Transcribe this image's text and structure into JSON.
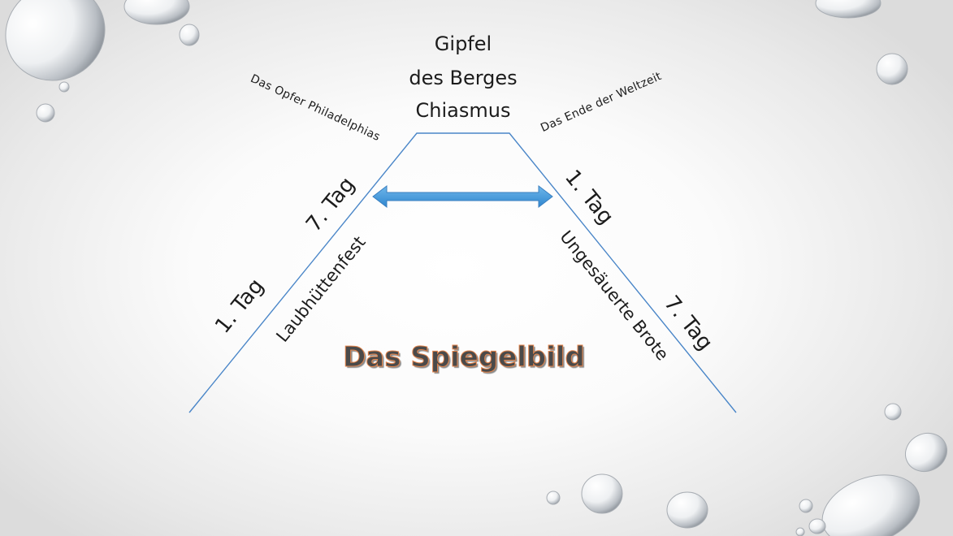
{
  "peak": {
    "line1": "Gipfel",
    "line2": "des Berges",
    "line3": "Chiasmus"
  },
  "left_top_label": "Das Opfer Philadelphias",
  "right_top_label": "Das Ende der Weltzeit",
  "left": {
    "day_upper": "7. Tag",
    "day_lower": "1. Tag",
    "feast": "Laubhüttenfest"
  },
  "right": {
    "day_upper": "1. Tag",
    "day_lower": "7. Tag",
    "feast": "Ungesäuerte Brote"
  },
  "title": "Das Spiegelbild",
  "colors": {
    "mountain_line": "#4a86c8",
    "arrow_fill": "#4a9fdc",
    "title_outline": "#e3834a"
  }
}
